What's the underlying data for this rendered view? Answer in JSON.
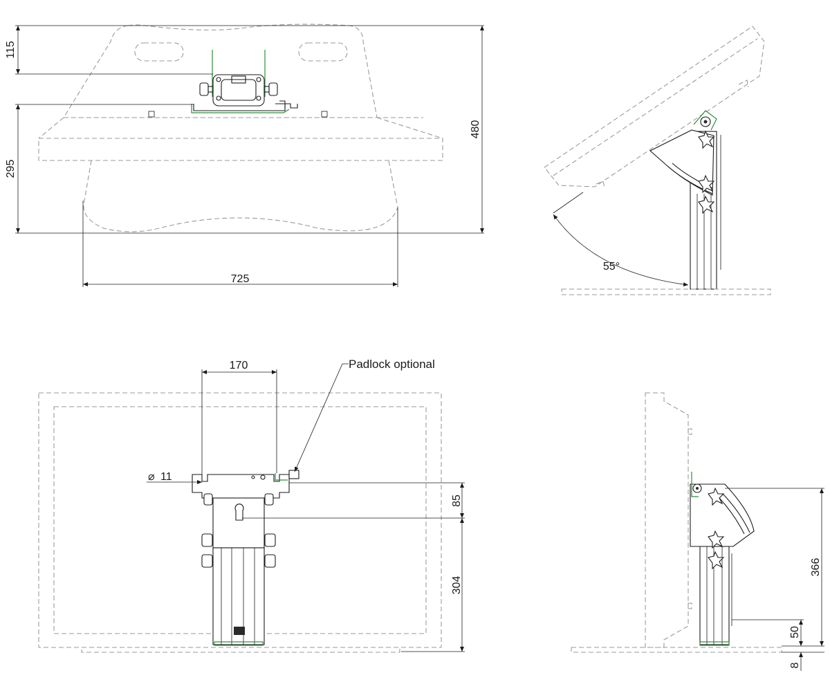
{
  "dimensions": {
    "top_left_height": "115",
    "left_lower_height": "295",
    "total_height": "480",
    "bottom_width": "725",
    "angle": "55°",
    "bracket_width": "170",
    "hole_diameter": "11",
    "offset_85": "85",
    "height_304": "304",
    "height_366": "366",
    "height_50": "50",
    "height_8": "8"
  },
  "annotations": {
    "padlock": "Padlock optional"
  },
  "symbols": {
    "diameter": "diameter-symbol"
  },
  "colors": {
    "outline": "#1a1a1a",
    "hidden_line": "#9a9a9a",
    "bracket_green": "#2e8b3a"
  }
}
